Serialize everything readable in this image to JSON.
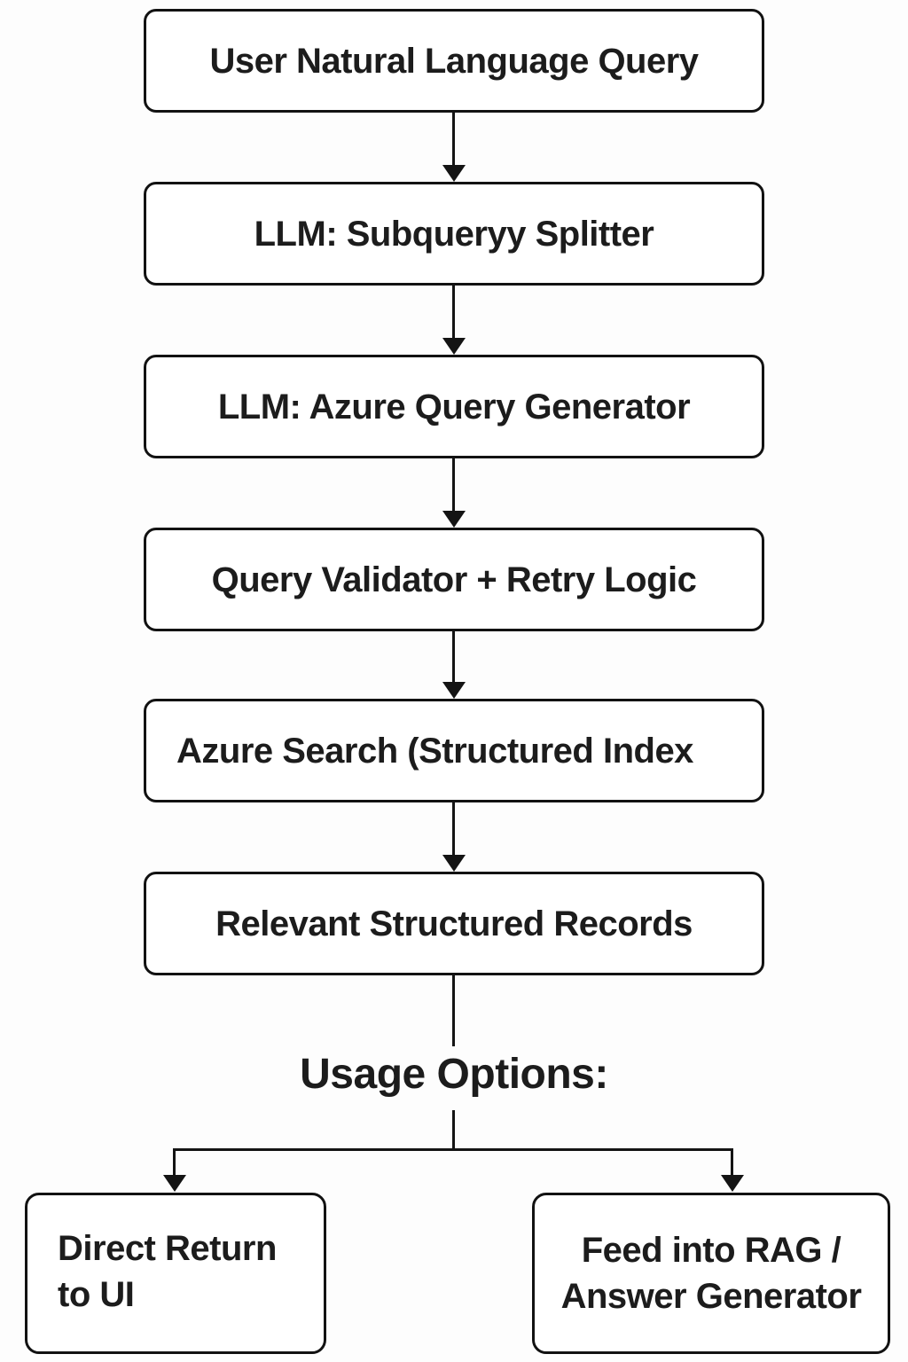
{
  "flow": {
    "nodes": [
      {
        "id": "user-query",
        "label": "User Natural Language Query"
      },
      {
        "id": "subquery-splitter",
        "label": "LLM: Subqueryy Splitter"
      },
      {
        "id": "azure-query-generator",
        "label": "LLM: Azure Query Generator"
      },
      {
        "id": "query-validator",
        "label": "Query Validator + Retry Logic"
      },
      {
        "id": "azure-search",
        "label": "Azure Search (Structured Index"
      },
      {
        "id": "structured-records",
        "label": "Relevant Structured Records"
      }
    ],
    "usage_label": "Usage Options:",
    "options": [
      {
        "id": "direct-return",
        "line1": "Direct Return",
        "line2": "to UI"
      },
      {
        "id": "rag-feed",
        "line1": "Feed into RAG /",
        "line2": "Answer Generator"
      }
    ],
    "colors": {
      "background": "#fdfdfd",
      "box_fill": "#ffffff",
      "border": "#121212",
      "text": "#1c1c1c"
    }
  }
}
